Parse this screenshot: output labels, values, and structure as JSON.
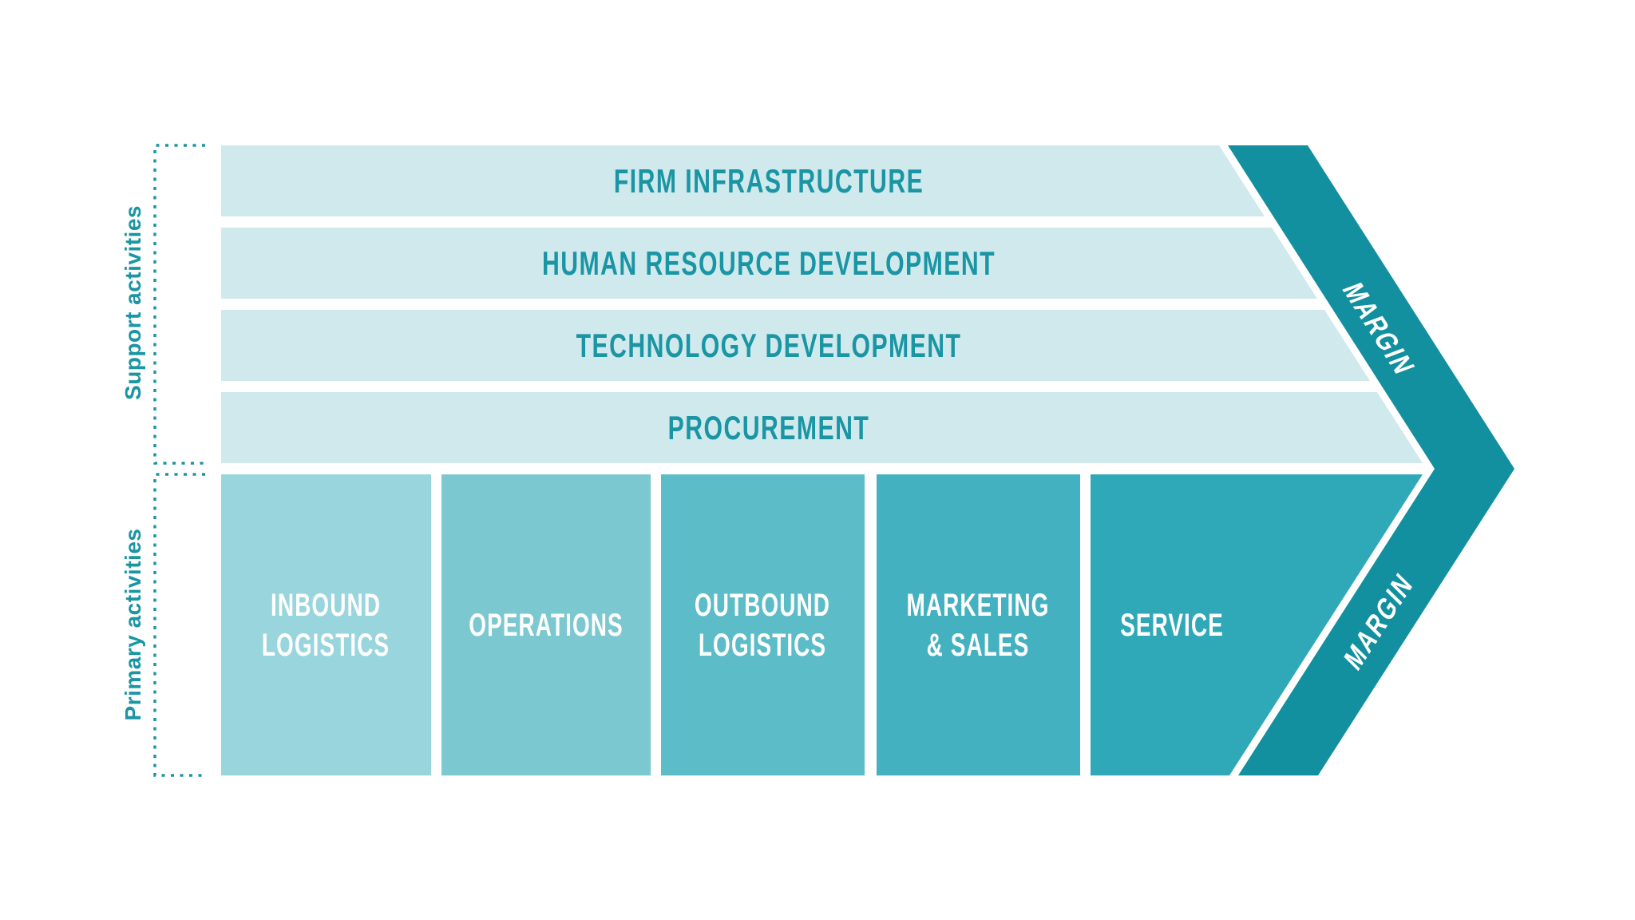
{
  "title": "Value chain diagram",
  "colors": {
    "accent": "#1a95a4",
    "support_bar_fill": "#cfe9ed",
    "margin_band": "#13909f",
    "white": "#ffffff",
    "block_inbound": "#99d5dc",
    "block_operations": "#7cc8d1",
    "block_outbound": "#5cbcc8",
    "block_marketing": "#43b1c0",
    "block_service": "#2fa8b7"
  },
  "side_labels": {
    "support": "Support activities",
    "primary": "Primary activities"
  },
  "support_activities": [
    "FIRM INFRASTRUCTURE",
    "HUMAN RESOURCE DEVELOPMENT",
    "TECHNOLOGY DEVELOPMENT",
    "PROCUREMENT"
  ],
  "primary_activities": [
    {
      "lines": [
        "INBOUND",
        "LOGISTICS"
      ]
    },
    {
      "lines": [
        "OPERATIONS"
      ]
    },
    {
      "lines": [
        "OUTBOUND",
        "LOGISTICS"
      ]
    },
    {
      "lines": [
        "MARKETING",
        "& SALES"
      ]
    },
    {
      "lines": [
        "SERVICE"
      ]
    }
  ],
  "margin_label_top": "MARGIN",
  "margin_label_bottom": "MARGIN"
}
